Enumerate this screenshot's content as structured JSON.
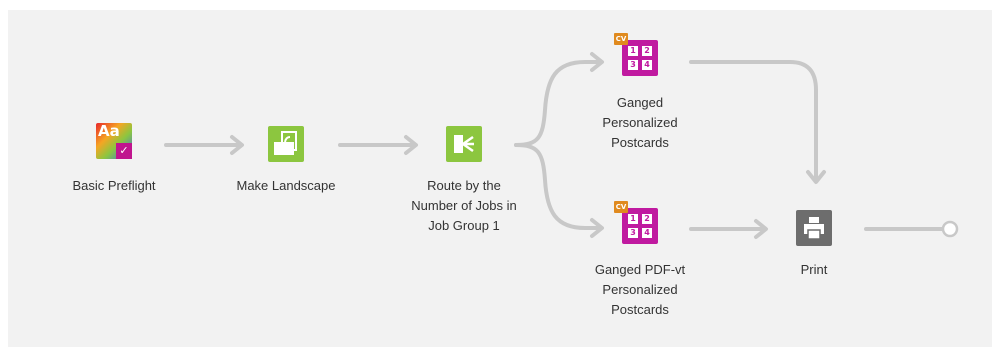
{
  "workflow": {
    "nodes": [
      {
        "id": "basic-preflight",
        "label": "Basic Preflight",
        "icon": "preflight-icon"
      },
      {
        "id": "make-landscape",
        "label": "Make Landscape",
        "icon": "landscape-icon"
      },
      {
        "id": "route-by-jobs",
        "label": "Route by the\nNumber of Jobs in\nJob Group 1",
        "icon": "route-icon"
      },
      {
        "id": "ganged-personalized",
        "label": "Ganged\nPersonalized\nPostcards",
        "icon": "impose-icon",
        "grid": [
          "1",
          "2",
          "3",
          "4"
        ]
      },
      {
        "id": "ganged-pdfvt",
        "label": "Ganged PDF-vt\nPersonalized\nPostcards",
        "icon": "impose-icon",
        "grid": [
          "1",
          "2",
          "3",
          "4"
        ]
      },
      {
        "id": "print",
        "label": "Print",
        "icon": "printer-icon"
      }
    ],
    "preflight_icon_text": "Aa",
    "badge_text": "CV",
    "colors": {
      "connector": "#c8c8c8",
      "preflight_magenta": "#c0158e",
      "landscape_green": "#8cc63f",
      "route_green": "#8cc63f",
      "impose_magenta": "#c01aa0",
      "print_gray": "#6d6d6d"
    }
  }
}
